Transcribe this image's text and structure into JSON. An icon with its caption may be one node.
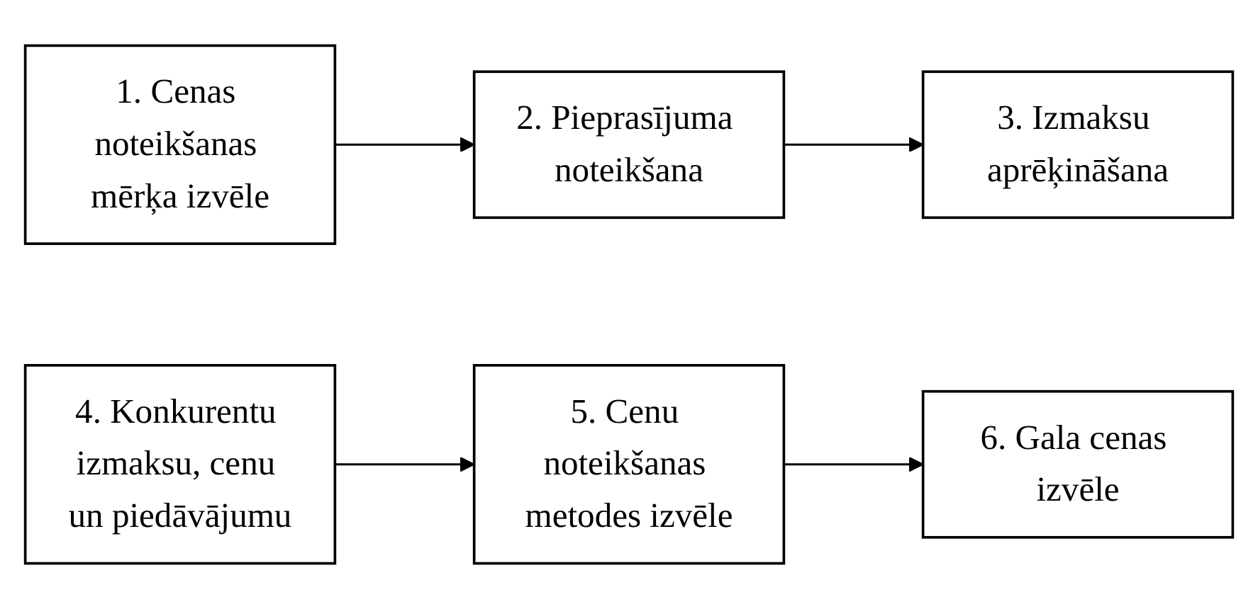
{
  "diagram": {
    "nodes": [
      {
        "text": [
          "1. Cenas noteikšanas mērķa izvēle"
        ]
      },
      {
        "text": [
          "2. Pieprasījuma noteikšana"
        ]
      },
      {
        "text": [
          "3. Izmaksu aprēķināšana"
        ]
      },
      {
        "text": [
          "4. Konkurentu izmaksu, cenu un piedāvājumu"
        ]
      },
      {
        "text": [
          "5. Cenu noteikšanas metodes izvēle"
        ]
      },
      {
        "text": [
          "6. Gala cenas izvēle"
        ]
      }
    ],
    "edges": [
      {
        "from": 0,
        "to": 1,
        "arrow": "to"
      },
      {
        "from": 1,
        "to": 2,
        "arrow": "to"
      },
      {
        "from": 3,
        "to": 4,
        "arrow": "to"
      },
      {
        "from": 4,
        "to": 5,
        "arrow": "to"
      }
    ]
  }
}
